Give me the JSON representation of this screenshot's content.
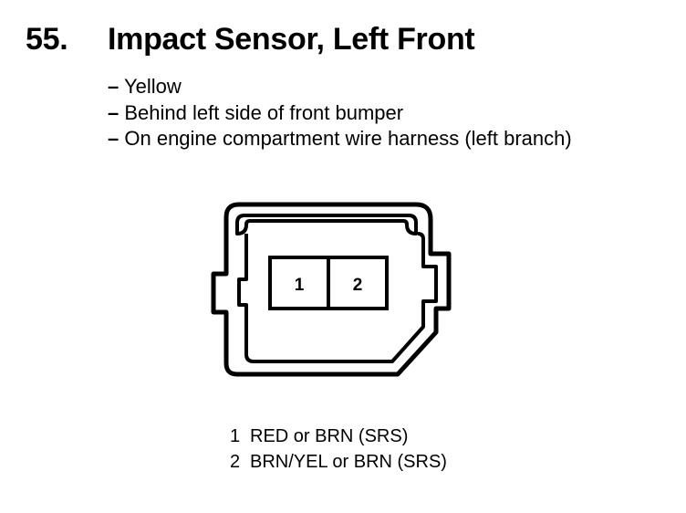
{
  "heading": {
    "number": "55.",
    "title": "Impact Sensor, Left Front"
  },
  "notes": [
    {
      "dash": "–",
      "text": "Yellow"
    },
    {
      "dash": "–",
      "text": "Behind left side of front bumper"
    },
    {
      "dash": "–",
      "text": "On engine compartment wire harness (left branch)"
    }
  ],
  "connector": {
    "cavities": [
      "1",
      "2"
    ]
  },
  "pins": [
    {
      "num": "1",
      "desc": "RED or BRN (SRS)"
    },
    {
      "num": "2",
      "desc": "BRN/YEL or BRN (SRS)"
    }
  ]
}
